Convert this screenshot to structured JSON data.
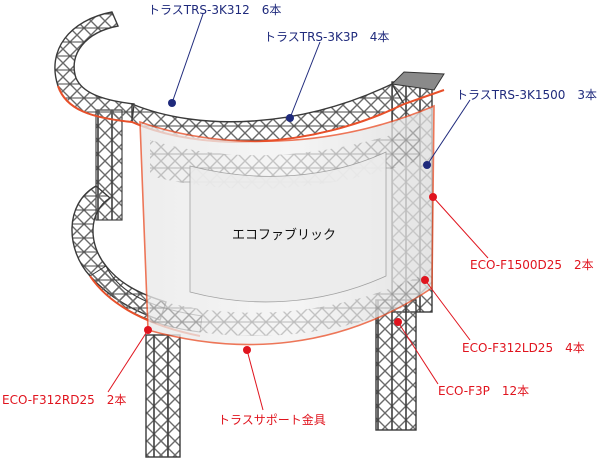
{
  "colors": {
    "label_blue": "#1f2a7c",
    "label_red": "#e0141e",
    "truss": "#5c5c5c",
    "fabric_edge": "#e8502a",
    "fabric": "#ececec"
  },
  "labels": {
    "trs_3k312": "トラスTRS-3K312　6本",
    "trs_3k3p": "トラスTRS-3K3P　4本",
    "trs_3k1500": "トラスTRS-3K1500　3本",
    "eco_f1500d25": "ECO-F1500D25　2本",
    "eco_f312ld25": "ECO-F312LD25　4本",
    "eco_f3p": "ECO-F3P　12本",
    "eco_f312rd25": "ECO-F312RD25　2本",
    "truss_support": "トラスサポート金具",
    "eco_fabric": "エコファブリック"
  }
}
